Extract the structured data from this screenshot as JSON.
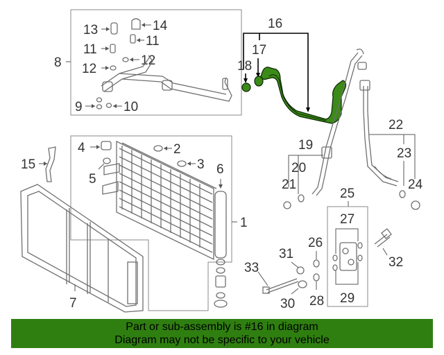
{
  "callouts": {
    "c1": "1",
    "c2": "2",
    "c3": "3",
    "c4": "4",
    "c5": "5",
    "c6": "6",
    "c7": "7",
    "c8": "8",
    "c9": "9",
    "c10": "10",
    "c11a": "11",
    "c11b": "11",
    "c12a": "12",
    "c12b": "12",
    "c13": "13",
    "c14": "14",
    "c15": "15",
    "c16": "16",
    "c17": "17",
    "c18": "18",
    "c19": "19",
    "c20": "20",
    "c21": "21",
    "c22": "22",
    "c23": "23",
    "c24": "24",
    "c25": "25",
    "c26": "26",
    "c27": "27",
    "c28": "28",
    "c29": "29",
    "c30": "30",
    "c31": "31",
    "c32": "32",
    "c33": "33"
  },
  "highlight_color": "#3c8a18",
  "banner": {
    "line1": "Part or sub-assembly is #16 in diagram",
    "line2": "Diagram may not be specific to your vehicle",
    "background": "#2f7f10"
  }
}
